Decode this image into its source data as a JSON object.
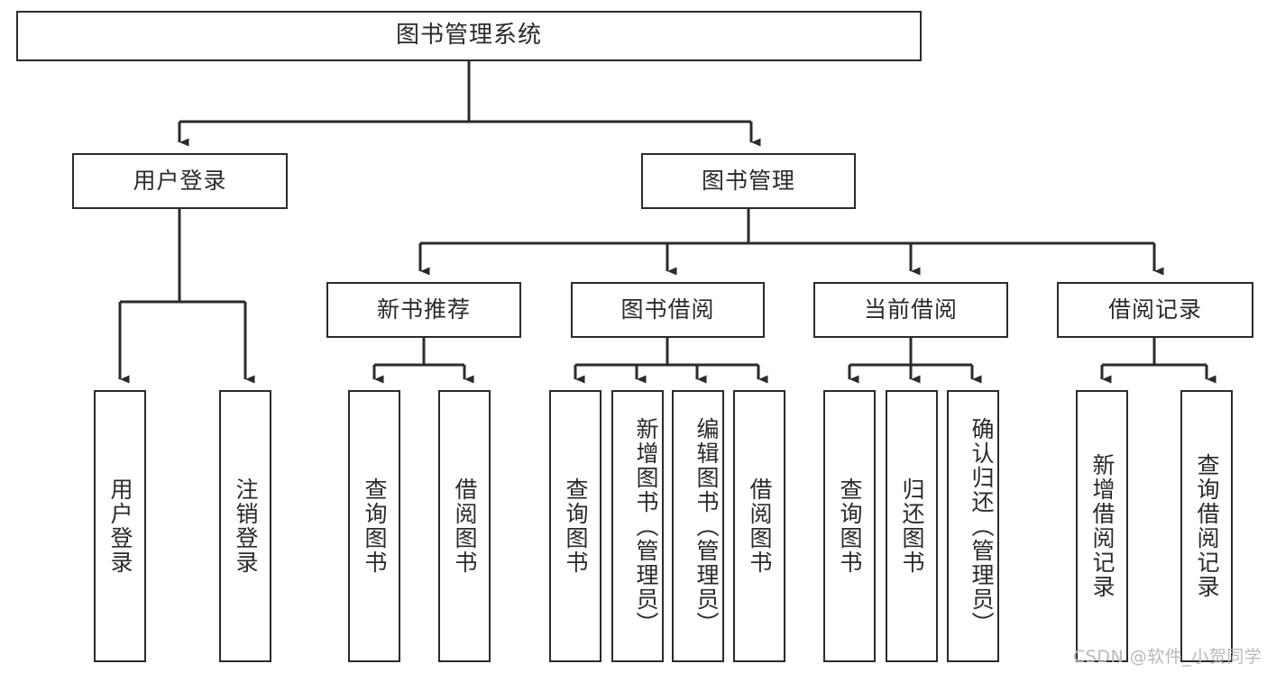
{
  "diagram": {
    "title": "图书管理系统",
    "type": "tree-hierarchy-diagram",
    "root": {
      "label": "图书管理系统"
    },
    "level2": [
      {
        "label": "用户登录"
      },
      {
        "label": "图书管理"
      }
    ],
    "level3": [
      {
        "label": "新书推荐"
      },
      {
        "label": "图书借阅"
      },
      {
        "label": "当前借阅"
      },
      {
        "label": "借阅记录"
      }
    ],
    "leaves": {
      "user_login": [
        {
          "label": "用户登录"
        },
        {
          "label": "注销登录"
        }
      ],
      "new_book_recommend": [
        {
          "label": "查询图书"
        },
        {
          "label": "借阅图书"
        }
      ],
      "book_borrow": [
        {
          "label": "查询图书"
        },
        {
          "label": "新增图书（管理员）"
        },
        {
          "label": "编辑图书（管理员）"
        },
        {
          "label": "借阅图书"
        }
      ],
      "current_borrow": [
        {
          "label": "查询图书"
        },
        {
          "label": "归还图书"
        },
        {
          "label": "确认归还（管理员）"
        }
      ],
      "borrow_record": [
        {
          "label": "新增借阅记录"
        },
        {
          "label": "查询借阅记录"
        }
      ]
    }
  },
  "watermark": {
    "text": "CSDN @软件_小贺同学"
  },
  "colors": {
    "stroke": "#2b2b2b",
    "background": "#ffffff",
    "text": "#2a2a2a",
    "watermark": "#b9b9b9"
  }
}
